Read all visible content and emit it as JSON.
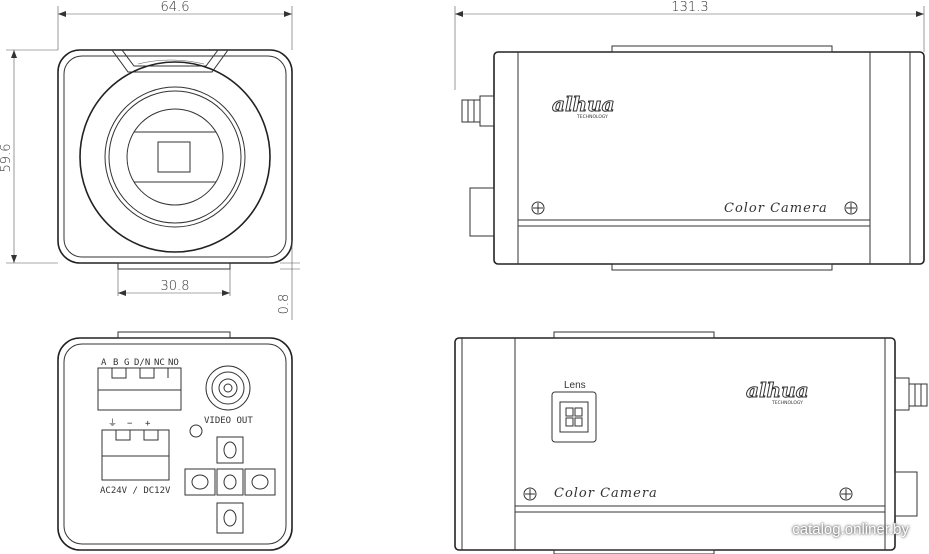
{
  "dimensions": {
    "width_front": "64.6",
    "height_front": "59.6",
    "mount_width": "30.8",
    "mount_offset": "0.8",
    "length_side": "131.3"
  },
  "rear_panel": {
    "alarm_terminals": [
      "A",
      "B",
      "G",
      "D/N",
      "NC",
      "NO"
    ],
    "video_out_label": "VIDEO OUT",
    "power_symbols": [
      "⏚",
      "−",
      "+"
    ],
    "power_label": "AC24V / DC12V"
  },
  "branding": {
    "logo": "alhua",
    "logo_subtext": "TECHNOLOGY",
    "product_label": "Color Camera"
  },
  "lens_label": "Lens",
  "watermark": "catalog.onliner.by"
}
